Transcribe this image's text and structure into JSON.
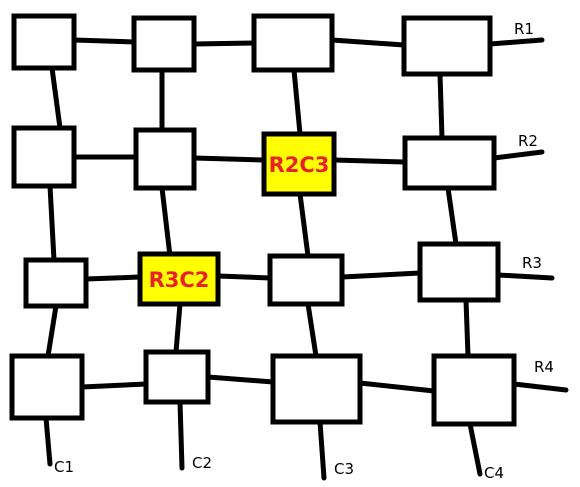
{
  "row_labels": [
    "R1",
    "R2",
    "R3",
    "R4"
  ],
  "column_labels": [
    "C1",
    "C2",
    "C3",
    "C4"
  ],
  "highlighted_nodes": [
    {
      "row": 2,
      "col": 3,
      "label": "R2C3"
    },
    {
      "row": 3,
      "col": 2,
      "label": "R3C2"
    }
  ],
  "colors": {
    "highlight_fill": "#ffff00",
    "highlight_text": "#e8222b",
    "line": "#000000",
    "node_fill": "#ffffff"
  }
}
